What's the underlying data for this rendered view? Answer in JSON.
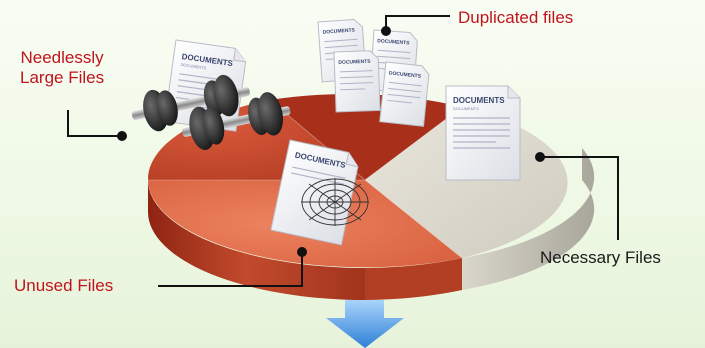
{
  "labels": {
    "needlessly_large_line1": "Needlessly",
    "needlessly_large_line2": "Large Files",
    "duplicated": "Duplicated files",
    "unused": "Unused Files",
    "necessary": "Necessary Files"
  },
  "documents": {
    "title": "DOCUMENTS",
    "subtitle": "DOCUMENTS"
  },
  "colors": {
    "slice_red": "#c8472b",
    "slice_dark_red": "#a8301a",
    "slice_orange": "#df6a47",
    "slice_grey": "#dcd9cf",
    "label_red": "#c0141c",
    "arrow_blue": "#3b8fe0",
    "background": "#f1f9e9"
  },
  "icons": {
    "weights": "dumbbell-icon",
    "cobweb": "cobweb-icon",
    "document": "document-icon",
    "arrow": "down-arrow-icon"
  }
}
